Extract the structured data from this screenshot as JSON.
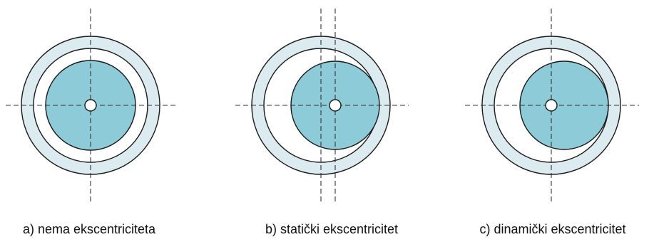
{
  "colors": {
    "stator_fill": "#dcebf0",
    "gap_fill": "#ffffff",
    "rotor_fill": "#8ecbd9",
    "outline": "#1a1a1a"
  },
  "panels": [
    {
      "id": "a",
      "caption": "a) nema ekscentriciteta",
      "rotation_centre_offset": "none",
      "rotor_offset": "none"
    },
    {
      "id": "b",
      "caption": "b) statički ekscentricitet",
      "rotation_centre_offset": "right",
      "rotor_offset": "right"
    },
    {
      "id": "c",
      "caption": "c) dinamički ekscentricitet",
      "rotation_centre_offset": "none",
      "rotor_offset": "right"
    }
  ]
}
